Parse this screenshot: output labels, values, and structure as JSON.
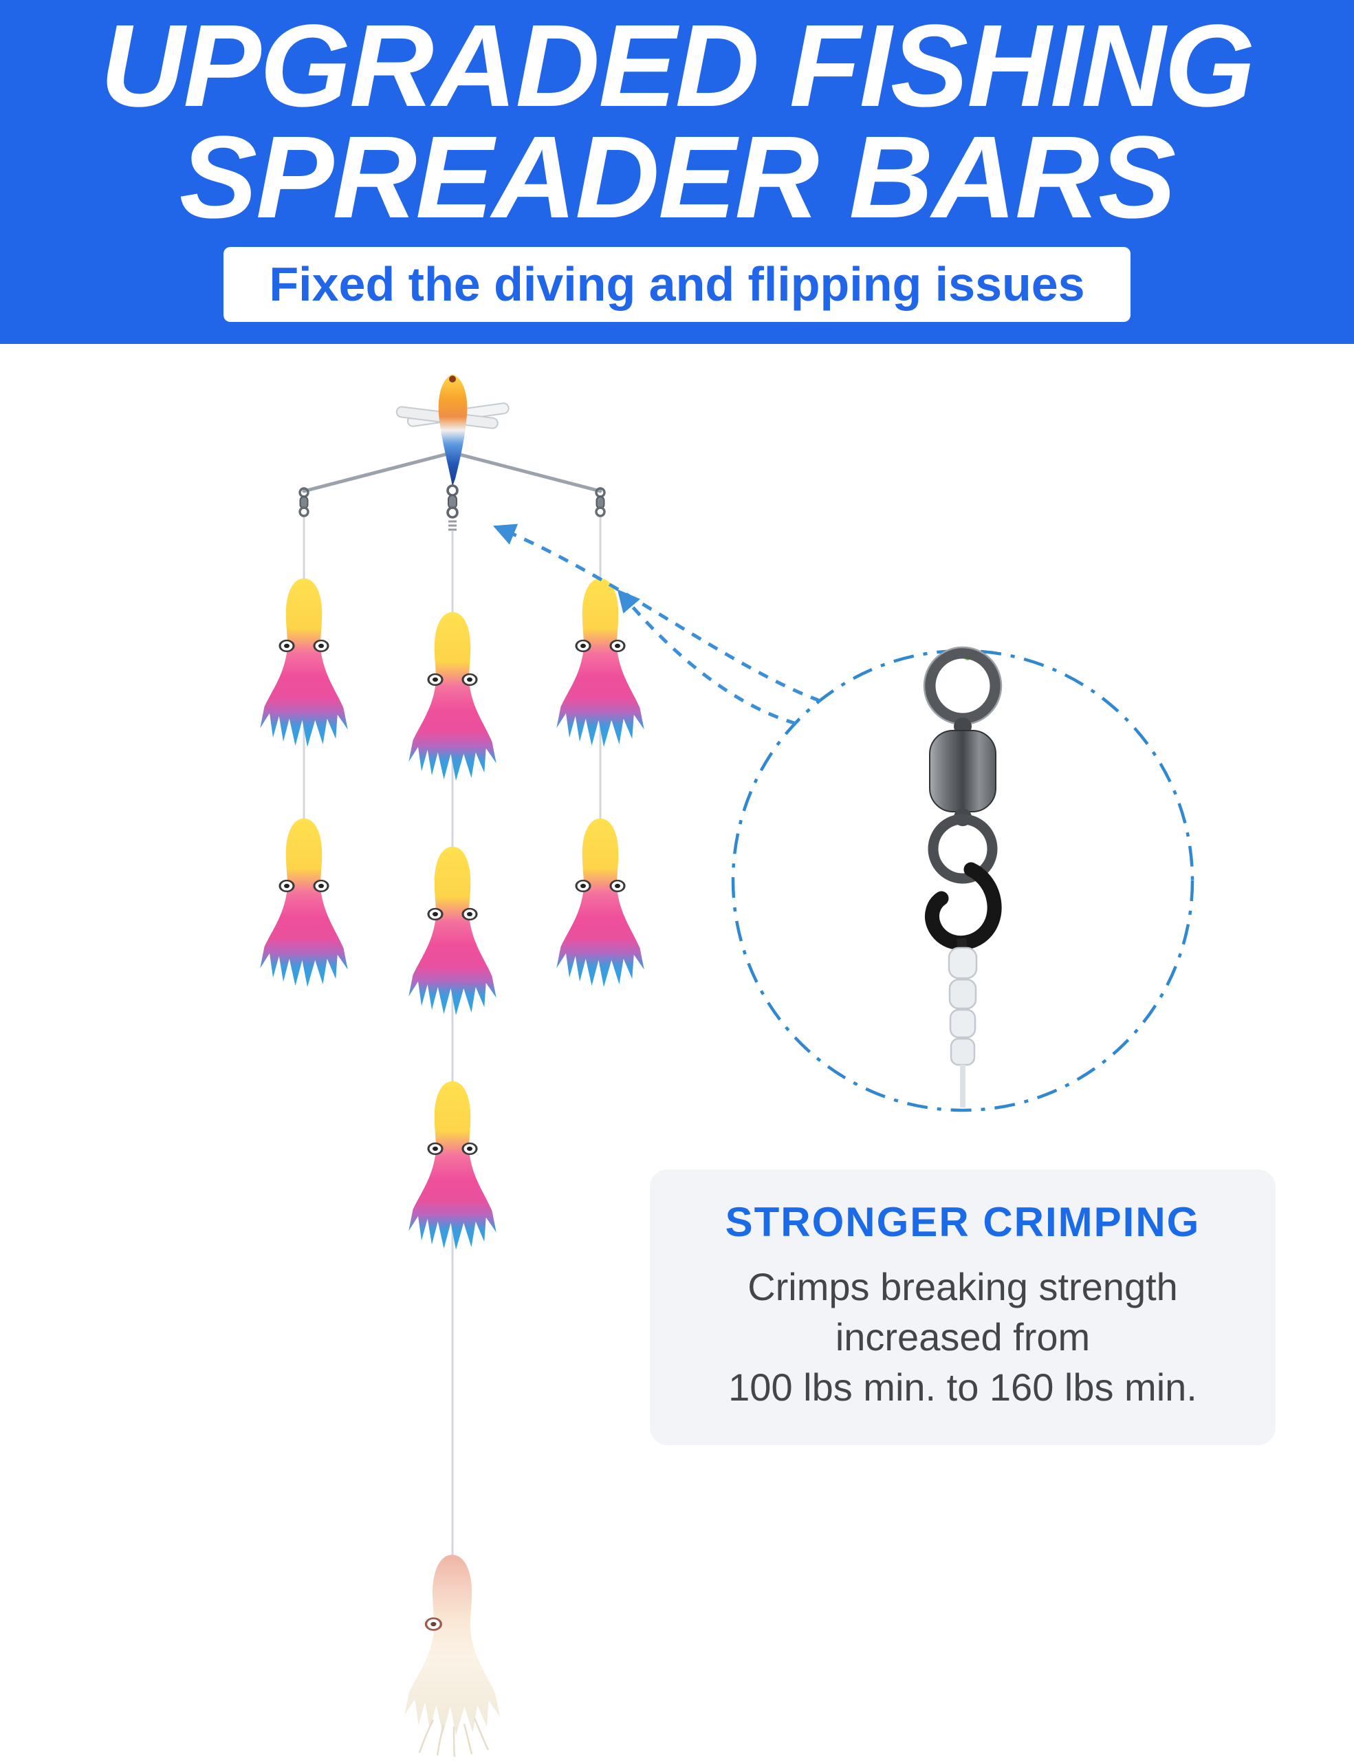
{
  "header": {
    "title_line1": "UPGRADED FISHING",
    "title_line2": "SPREADER BARS",
    "subtitle": "Fixed the diving and flipping issues"
  },
  "callout": {
    "heading": "STRONGER CRIMPING",
    "line1": "Crimps breaking strength",
    "line2": "increased from",
    "line3": "100 lbs min. to 160 lbs min."
  },
  "colors": {
    "header_bg": "#2166e8",
    "headline_text": "#ffffff",
    "badge_bg": "#ffffff",
    "badge_text": "#2166e8",
    "callout_heading": "#1b6be8",
    "callout_body_text": "#42464b",
    "arrow_blue": "#3b8fd8",
    "inset_border_blue": "#2f88d0",
    "squid_yellow": "#ffe14f",
    "squid_pink": "#ef4f9c",
    "squid_blue": "#2aa6e4"
  },
  "illustration": {
    "bird_teaser": "bird-teaser",
    "spreader_bar": "v-spreader-arms",
    "swivel": "ball-bearing-swivel",
    "rainbow_squid_count": 7,
    "white_squid_count": 1,
    "closeup_subject": "swivel-with-black-crimp-sleeve"
  }
}
